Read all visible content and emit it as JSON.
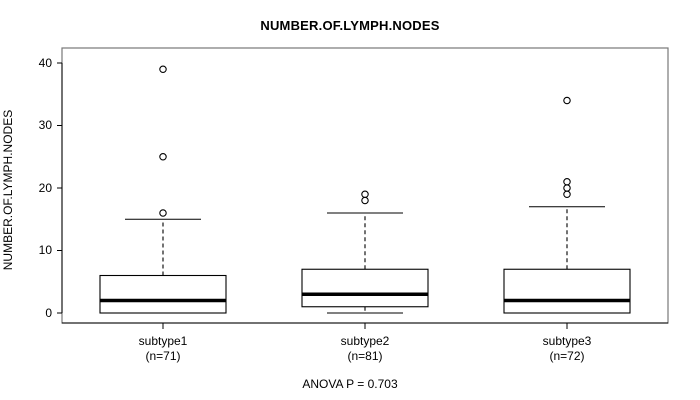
{
  "chart_data": {
    "type": "boxplot",
    "title": "NUMBER.OF.LYMPH.NODES",
    "xlabel": "",
    "ylabel": "NUMBER.OF.LYMPH.NODES",
    "caption": "ANOVA P = 0.703",
    "ylim": [
      -1,
      41
    ],
    "yticks": [
      0,
      10,
      20,
      30,
      40
    ],
    "ytick_labels": [
      "0",
      "10",
      "20",
      "30",
      "40"
    ],
    "grid": false,
    "legend": "none",
    "categories": [
      "subtype1",
      "subtype2",
      "subtype3"
    ],
    "category_counts": [
      "(n=71)",
      "(n=81)",
      "(n=72)"
    ],
    "boxes": [
      {
        "name": "subtype1",
        "n": 71,
        "whisker_low": 0,
        "q1": 0,
        "median": 2,
        "q3": 6,
        "whisker_high": 15,
        "outliers": [
          16,
          25,
          39
        ]
      },
      {
        "name": "subtype2",
        "n": 81,
        "whisker_low": 0,
        "q1": 1,
        "median": 3,
        "q3": 7,
        "whisker_high": 16,
        "outliers": [
          18,
          19
        ]
      },
      {
        "name": "subtype3",
        "n": 72,
        "whisker_low": 0,
        "q1": 0,
        "median": 2,
        "q3": 7,
        "whisker_high": 17,
        "outliers": [
          19,
          20,
          21,
          34
        ]
      }
    ]
  },
  "colors": {
    "axis": "#000000",
    "box_border": "#000000",
    "median": "#000000",
    "background": "#ffffff"
  }
}
